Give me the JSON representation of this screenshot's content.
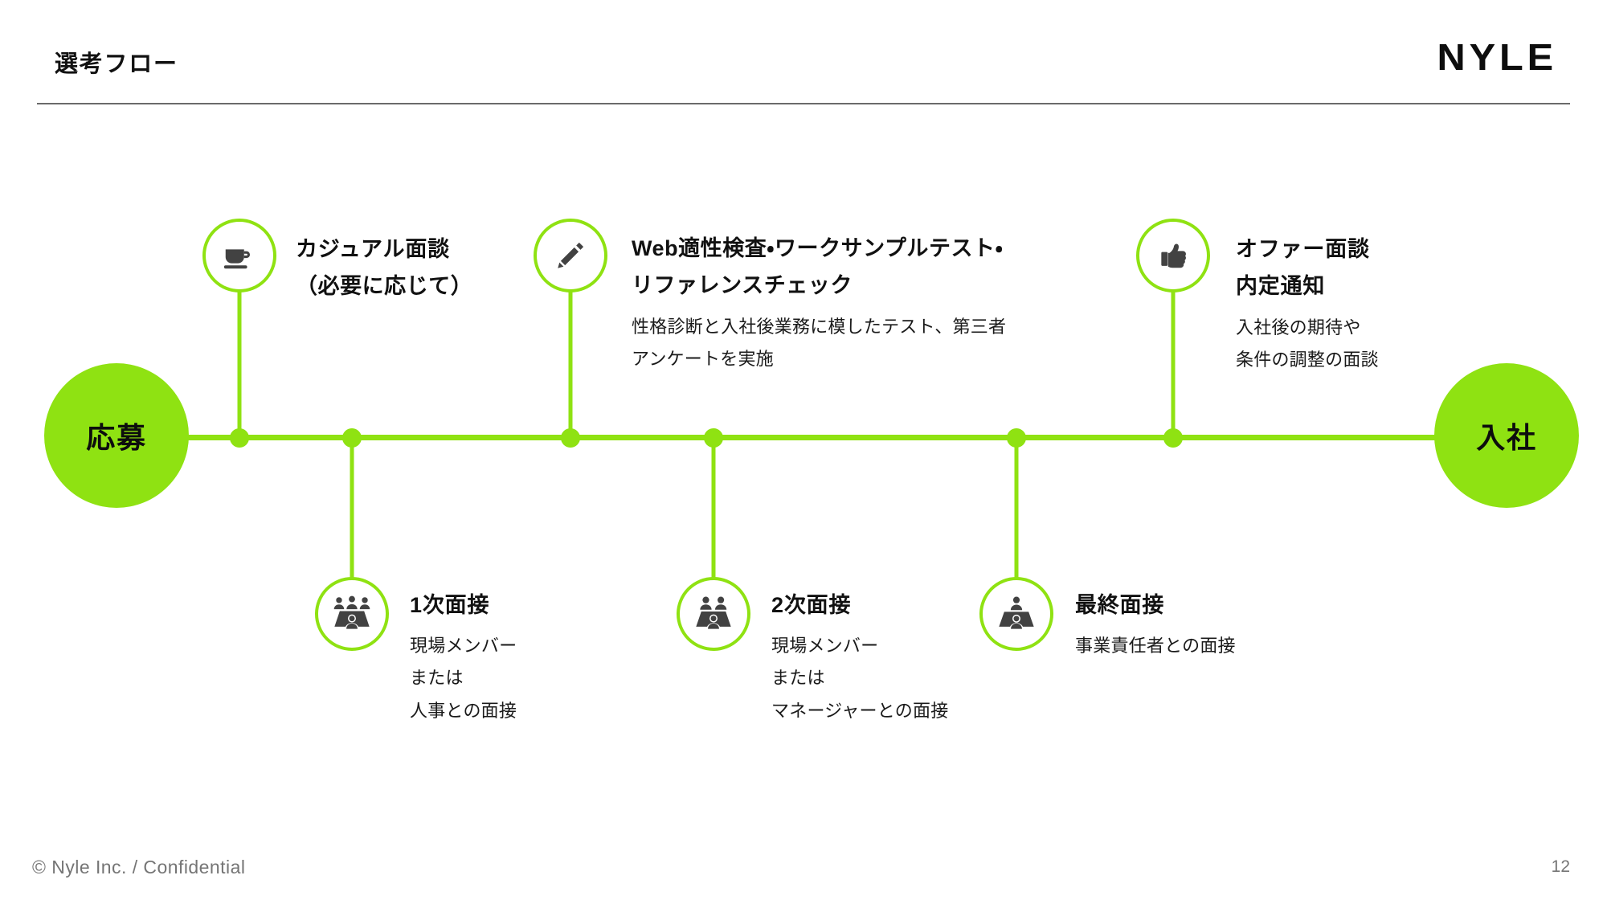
{
  "header": {
    "title": "選考フロー",
    "logo": "NYLE"
  },
  "flow": {
    "start_node": {
      "label": "応募"
    },
    "end_node": {
      "label": "入社"
    },
    "accent_color": "#8FE212",
    "text_color": "#111111",
    "icon_color": "#424242",
    "steps_above": [
      {
        "icon": "coffee-cup-icon",
        "title": "カジュアル面談",
        "subtitle": "（必要に応じて）",
        "desc_lines": []
      },
      {
        "icon": "pencil-icon",
        "title": "Web適性検査・ワークサンプルテスト・",
        "title_line2": "リファレンスチェック",
        "desc_lines": [
          "性格診断と入社後業務に模したテスト、第三者",
          "アンケートを実施"
        ]
      },
      {
        "icon": "thumbs-up-icon",
        "title": "オファー面談",
        "title_line2": "内定通知",
        "desc_lines": [
          "入社後の期待や",
          "条件の調整の面談"
        ]
      }
    ],
    "steps_below": [
      {
        "icon": "interview-panel-icon",
        "title": "1次面接",
        "desc_lines": [
          "現場メンバー",
          "または",
          "人事との面接"
        ]
      },
      {
        "icon": "interview-panel-icon",
        "title": "2次面接",
        "desc_lines": [
          "現場メンバー",
          "または",
          "マネージャーとの面接"
        ]
      },
      {
        "icon": "interview-single-icon",
        "title": "最終面接",
        "desc_lines": [
          "事業責任者との面接"
        ]
      }
    ]
  },
  "footer": {
    "copyright": "© Nyle Inc. / Confidential",
    "page": "12"
  }
}
